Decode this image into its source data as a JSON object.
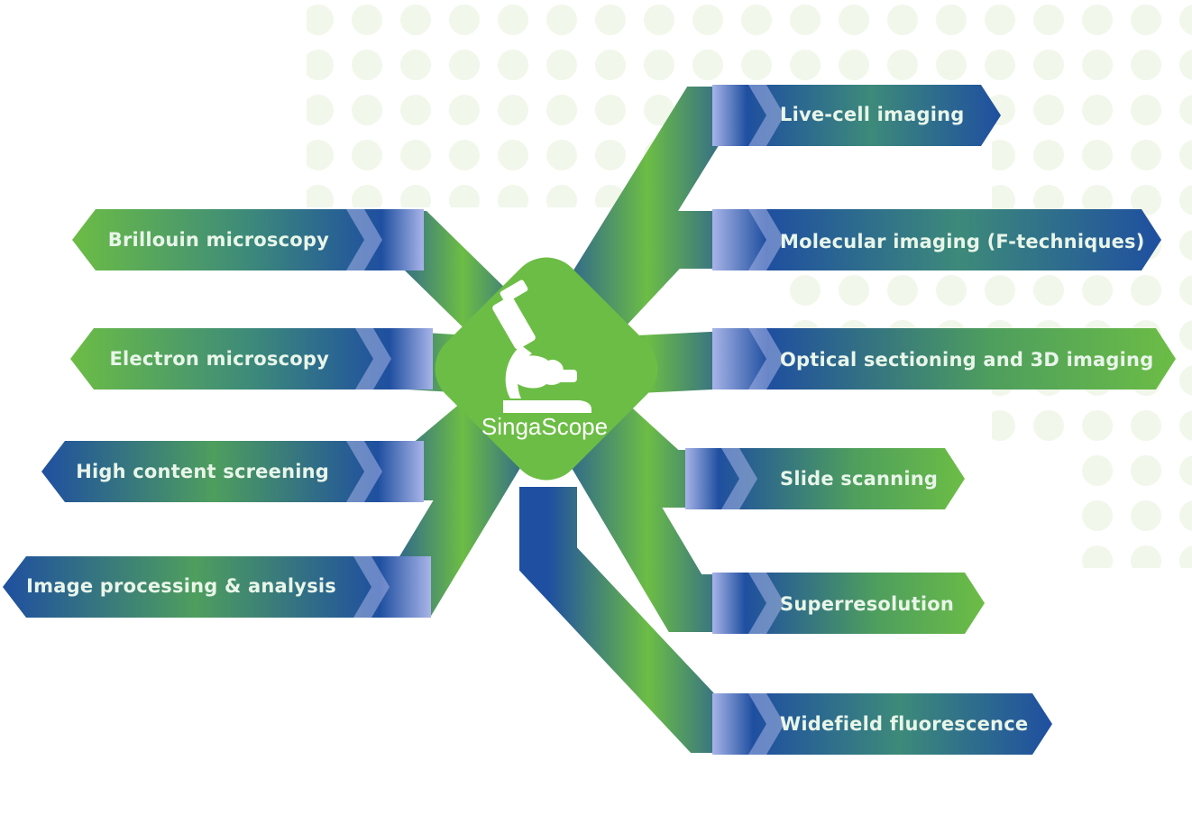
{
  "brand": {
    "name": "SingaScope",
    "icon": "microscope-icon"
  },
  "colors": {
    "green": "#6cbd45",
    "blue": "#1f4fa0",
    "lavender": "#a8b4e8",
    "dots": "#f1f7ea"
  },
  "left_items": [
    {
      "label": "Brillouin microscopy"
    },
    {
      "label": "Electron microscopy"
    },
    {
      "label": "High content screening"
    },
    {
      "label": "Image processing & analysis"
    }
  ],
  "right_items": [
    {
      "label": "Live-cell imaging"
    },
    {
      "label": "Molecular imaging (F-techniques)"
    },
    {
      "label": "Optical sectioning and 3D imaging"
    },
    {
      "label": "Slide scanning"
    },
    {
      "label": "Superresolution"
    },
    {
      "label": "Widefield fluorescence"
    }
  ]
}
